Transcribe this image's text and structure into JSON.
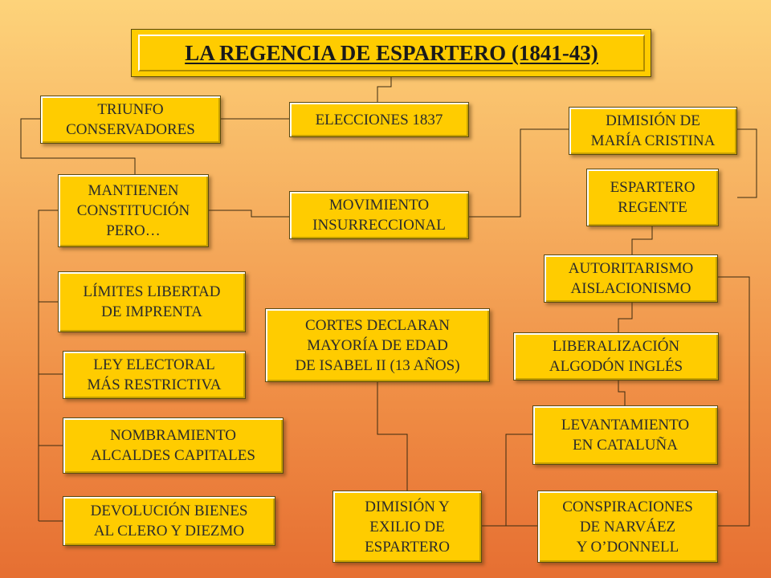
{
  "title": "LA REGENCIA DE ESPARTERO (1841-43)",
  "nodes": {
    "triunfo": "TRIUNFO\nCONSERVADORES",
    "elecciones": "ELECCIONES 1837",
    "dimision_mc": "DIMISIÓN DE\nMARÍA CRISTINA",
    "mantienen": "MANTIENEN\nCONSTITUCIÓN\nPERO…",
    "movimiento": "MOVIMIENTO\nINSURRECCIONAL",
    "regente": "ESPARTERO\nREGENTE",
    "autoritarismo": "AUTORITARISMO\nAISLACIONISMO",
    "limites": "LÍMITES LIBERTAD\nDE IMPRENTA",
    "cortes": "CORTES DECLARAN\nMAYORÍA DE EDAD\nDE ISABEL II (13 AÑOS)",
    "liberalizacion": "LIBERALIZACIÓN\nALGODÓN INGLÉS",
    "ley": "LEY ELECTORAL\nMÁS RESTRICTIVA",
    "levantamiento": "LEVANTAMIENTO\nEN CATALUÑA",
    "nombramiento": "NOMBRAMIENTO\nALCALDES CAPITALES",
    "devolucion": "DEVOLUCIÓN BIENES\nAL CLERO Y DIEZMO",
    "dimision_exilio": "DIMISIÓN Y\nEXILIO DE\nESPARTERO",
    "conspiraciones": "CONSPIRACIONES\nDE NARVÁEZ\nY O’DONNELL"
  }
}
